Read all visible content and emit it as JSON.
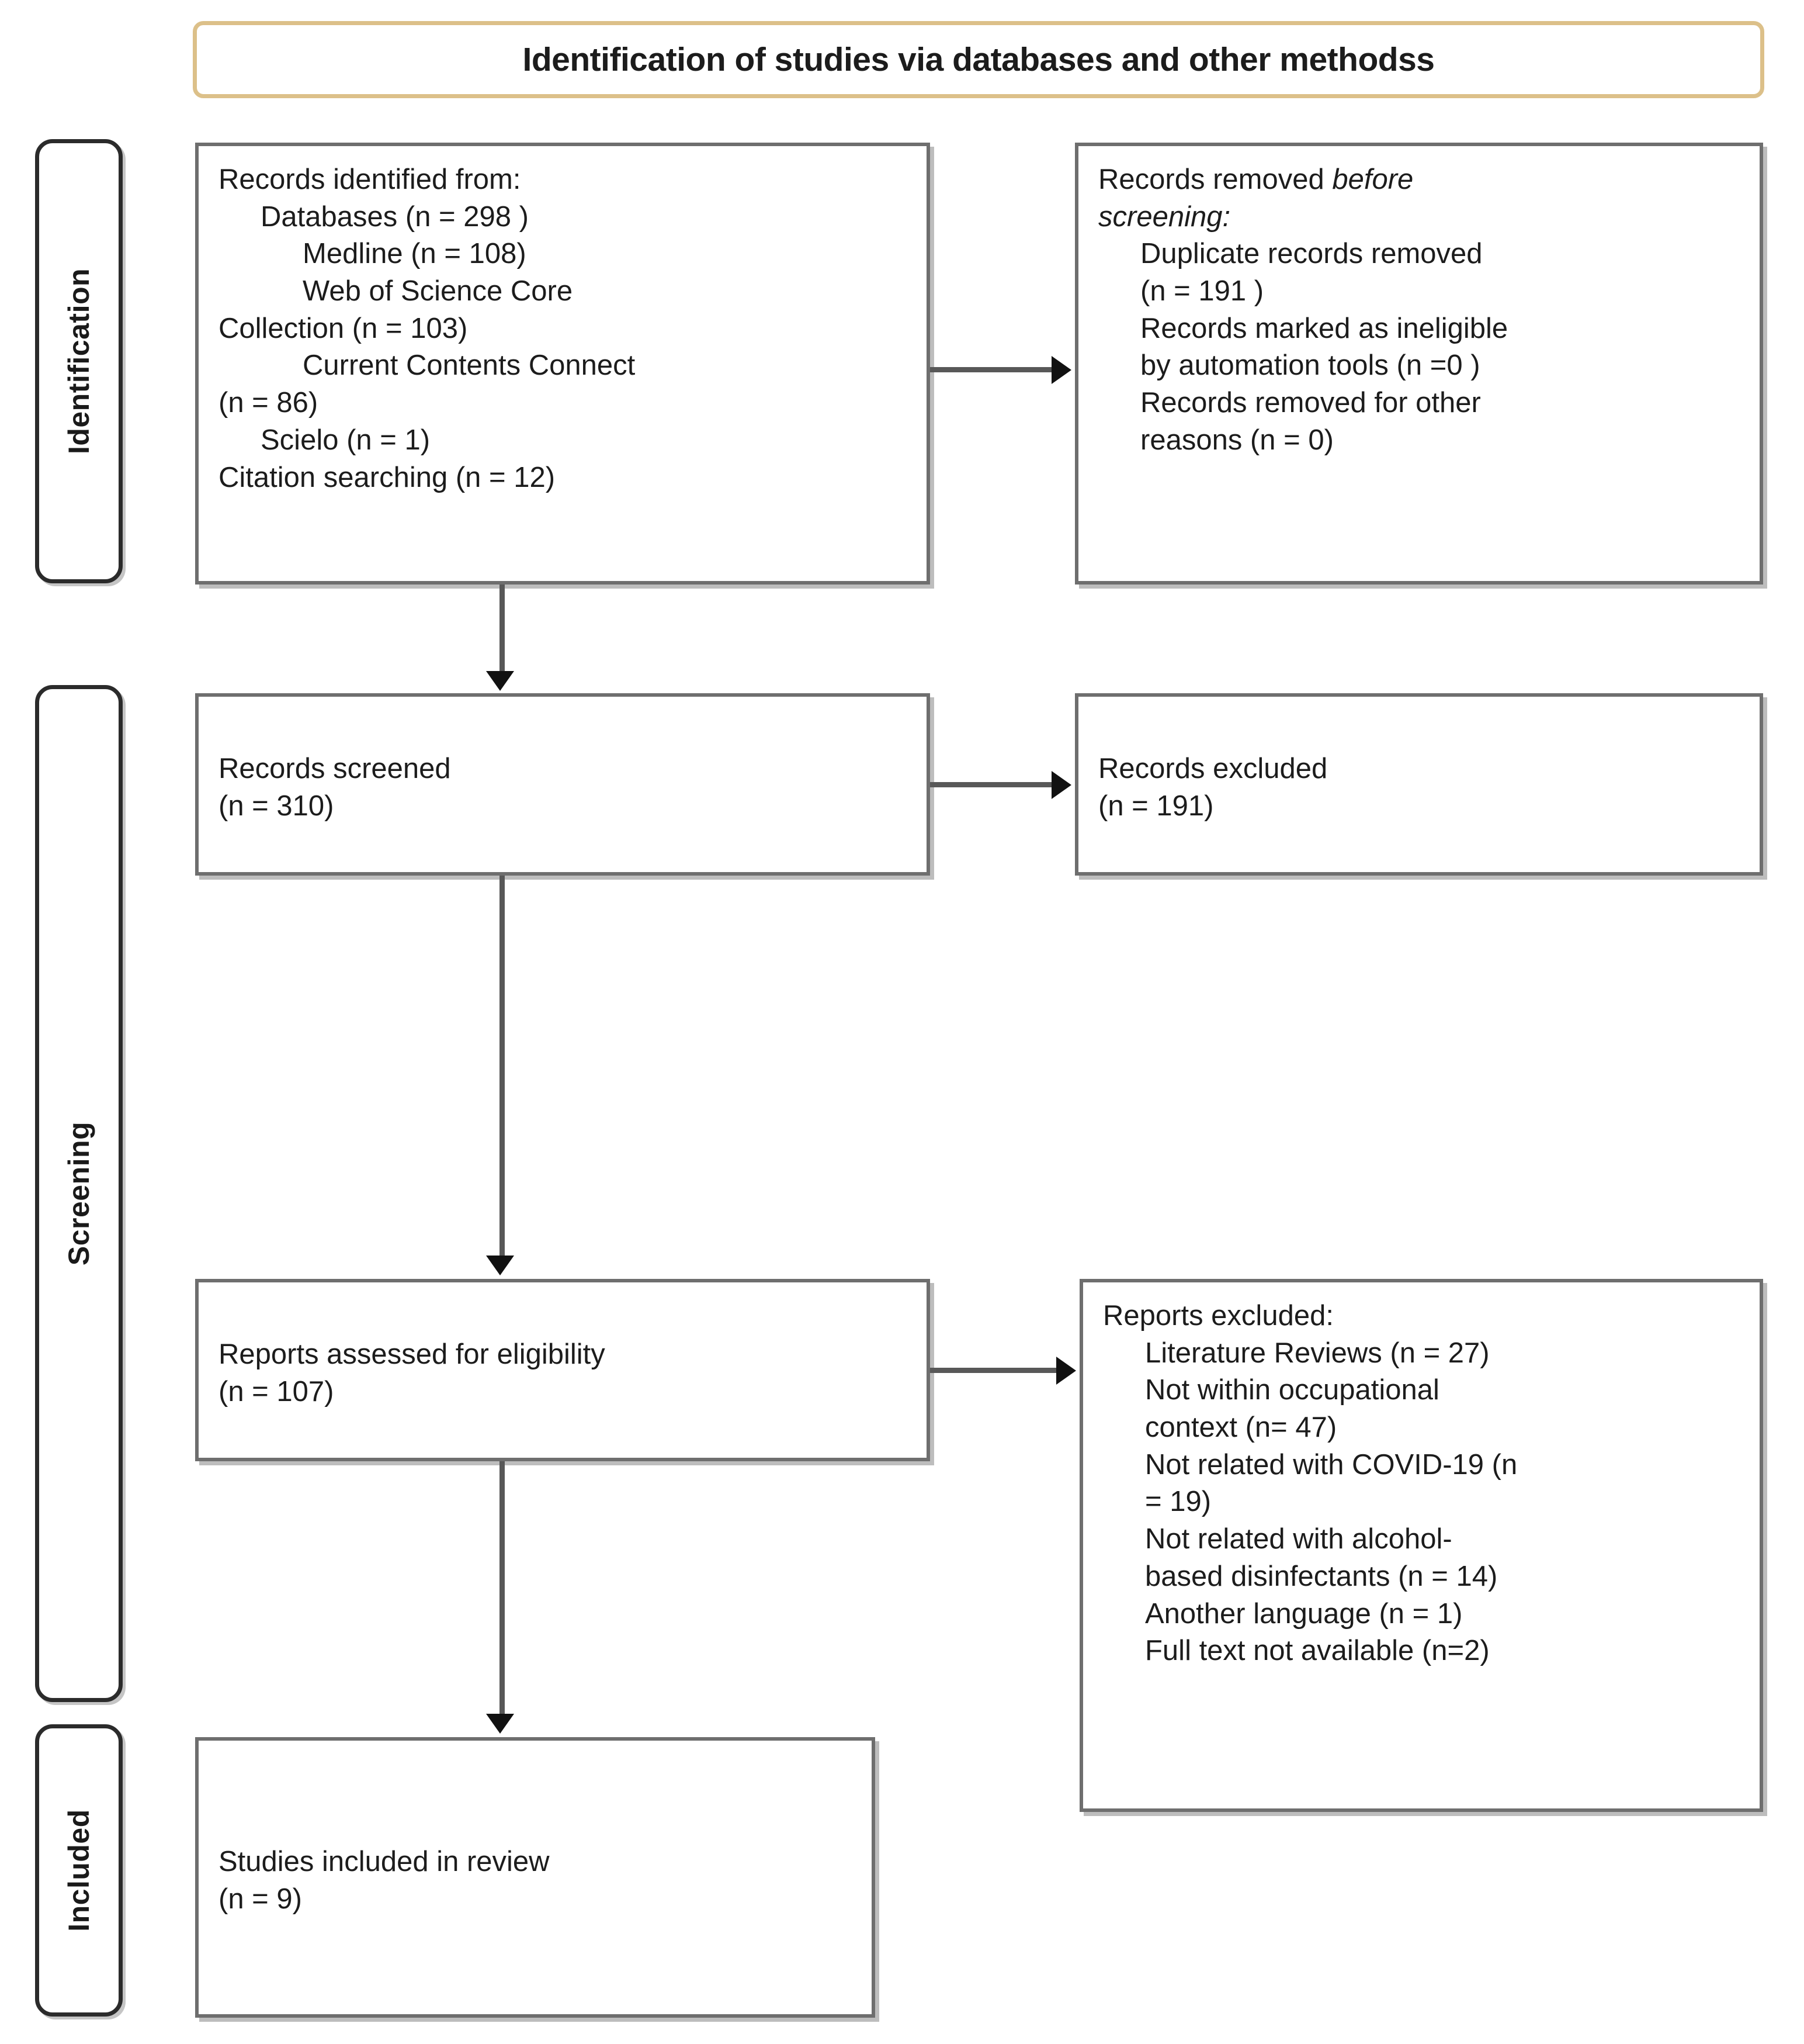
{
  "title": {
    "text": "Identification of studies via databases and other methodss",
    "border_color": "#dcc089"
  },
  "stages": [
    {
      "id": "identification",
      "label": "Identification"
    },
    {
      "id": "screening",
      "label": "Screening"
    },
    {
      "id": "included",
      "label": "Included"
    }
  ],
  "colors": {
    "box_border": "#6e6e6e",
    "box_shadow": "#b2b2b2",
    "connector": "#585858",
    "arrowhead": "#111111",
    "text": "#1c1c1c"
  },
  "boxes": {
    "identified": {
      "name": "records-identified",
      "lines": [
        {
          "text": "Records identified from:",
          "indent": 0,
          "italic": false
        },
        {
          "text": "Databases (n = 298 )",
          "indent": 1,
          "italic": false
        },
        {
          "text": "Medline (n = 108)",
          "indent": 2,
          "italic": false
        },
        {
          "text": "Web of Science Core",
          "indent": 2,
          "italic": false
        },
        {
          "text": "Collection (n = 103)",
          "indent": 0,
          "italic": false
        },
        {
          "text": "Current Contents Connect",
          "indent": 2,
          "italic": false
        },
        {
          "text": "(n = 86)",
          "indent": 0,
          "italic": false
        },
        {
          "text": "Scielo (n = 1)",
          "indent": 1,
          "italic": false
        },
        {
          "text": "Citation searching (n = 12)",
          "indent": 0,
          "italic": false
        }
      ]
    },
    "removed": {
      "name": "records-removed-before-screening",
      "lines": [
        {
          "text": "Records removed ",
          "indent": 0,
          "italic": false
        },
        {
          "text": "screening:",
          "indent": 0,
          "italic": true
        },
        {
          "text": "Duplicate records removed",
          "indent": 1,
          "italic": false
        },
        {
          "text": "(n = 191 )",
          "indent": 0,
          "italic": false
        },
        {
          "text": "Records marked as ineligible",
          "indent": 0,
          "italic": false
        },
        {
          "text": "by automation tools (n =0 )",
          "indent": 0,
          "italic": false
        },
        {
          "text": "Records removed for other",
          "indent": 0,
          "italic": false
        },
        {
          "text": "reasons (n = 0)",
          "indent": 0,
          "italic": false
        }
      ],
      "first_line_prefix": "Records removed ",
      "first_line_italic": "before"
    },
    "screened": {
      "name": "records-screened",
      "lines": [
        {
          "text": "Records screened",
          "indent": 0,
          "italic": false
        },
        {
          "text": "(n = 310)",
          "indent": 0,
          "italic": false
        }
      ]
    },
    "records_excluded": {
      "name": "records-excluded",
      "lines": [
        {
          "text": "Records excluded",
          "indent": 0,
          "italic": false
        },
        {
          "text": "(n = 191)",
          "indent": 0,
          "italic": false
        }
      ]
    },
    "eligibility": {
      "name": "reports-assessed-for-eligibility",
      "lines": [
        {
          "text": "Reports assessed for eligibility",
          "indent": 0,
          "italic": false
        },
        {
          "text": "(n = 107)",
          "indent": 0,
          "italic": false
        }
      ]
    },
    "reports_excluded": {
      "name": "reports-excluded",
      "lines": [
        {
          "text": "Reports excluded:",
          "indent": 0,
          "italic": false
        },
        {
          "text": "Literature Reviews (n = 27)",
          "indent": 1,
          "italic": false
        },
        {
          "text": "Not within occupational",
          "indent": 1,
          "italic": false
        },
        {
          "text": "context (n= 47)",
          "indent": 1,
          "italic": false
        },
        {
          "text": "Not related with COVID-19 (n",
          "indent": 1,
          "italic": false
        },
        {
          "text": "= 19)",
          "indent": 1,
          "italic": false
        },
        {
          "text": "Not related with alcohol-",
          "indent": 1,
          "italic": false
        },
        {
          "text": "based disinfectants (n = 14)",
          "indent": 1,
          "italic": false
        },
        {
          "text": "Another language (n = 1)",
          "indent": 1,
          "italic": false
        },
        {
          "text": "Full text not available (n=2)",
          "indent": 1,
          "italic": false
        }
      ]
    },
    "included": {
      "name": "studies-included-in-review",
      "lines": [
        {
          "text": "Studies included in review",
          "indent": 0,
          "italic": false
        },
        {
          "text": "(n = 9)",
          "indent": 0,
          "italic": false
        }
      ]
    }
  },
  "connectors": [
    {
      "name": "identified-to-screened",
      "direction": "down"
    },
    {
      "name": "screened-to-eligibility",
      "direction": "down"
    },
    {
      "name": "eligibility-to-included",
      "direction": "down"
    },
    {
      "name": "identified-to-removed",
      "direction": "right"
    },
    {
      "name": "screened-to-records-excluded",
      "direction": "right"
    },
    {
      "name": "eligibility-to-reports-excluded",
      "direction": "right"
    }
  ]
}
